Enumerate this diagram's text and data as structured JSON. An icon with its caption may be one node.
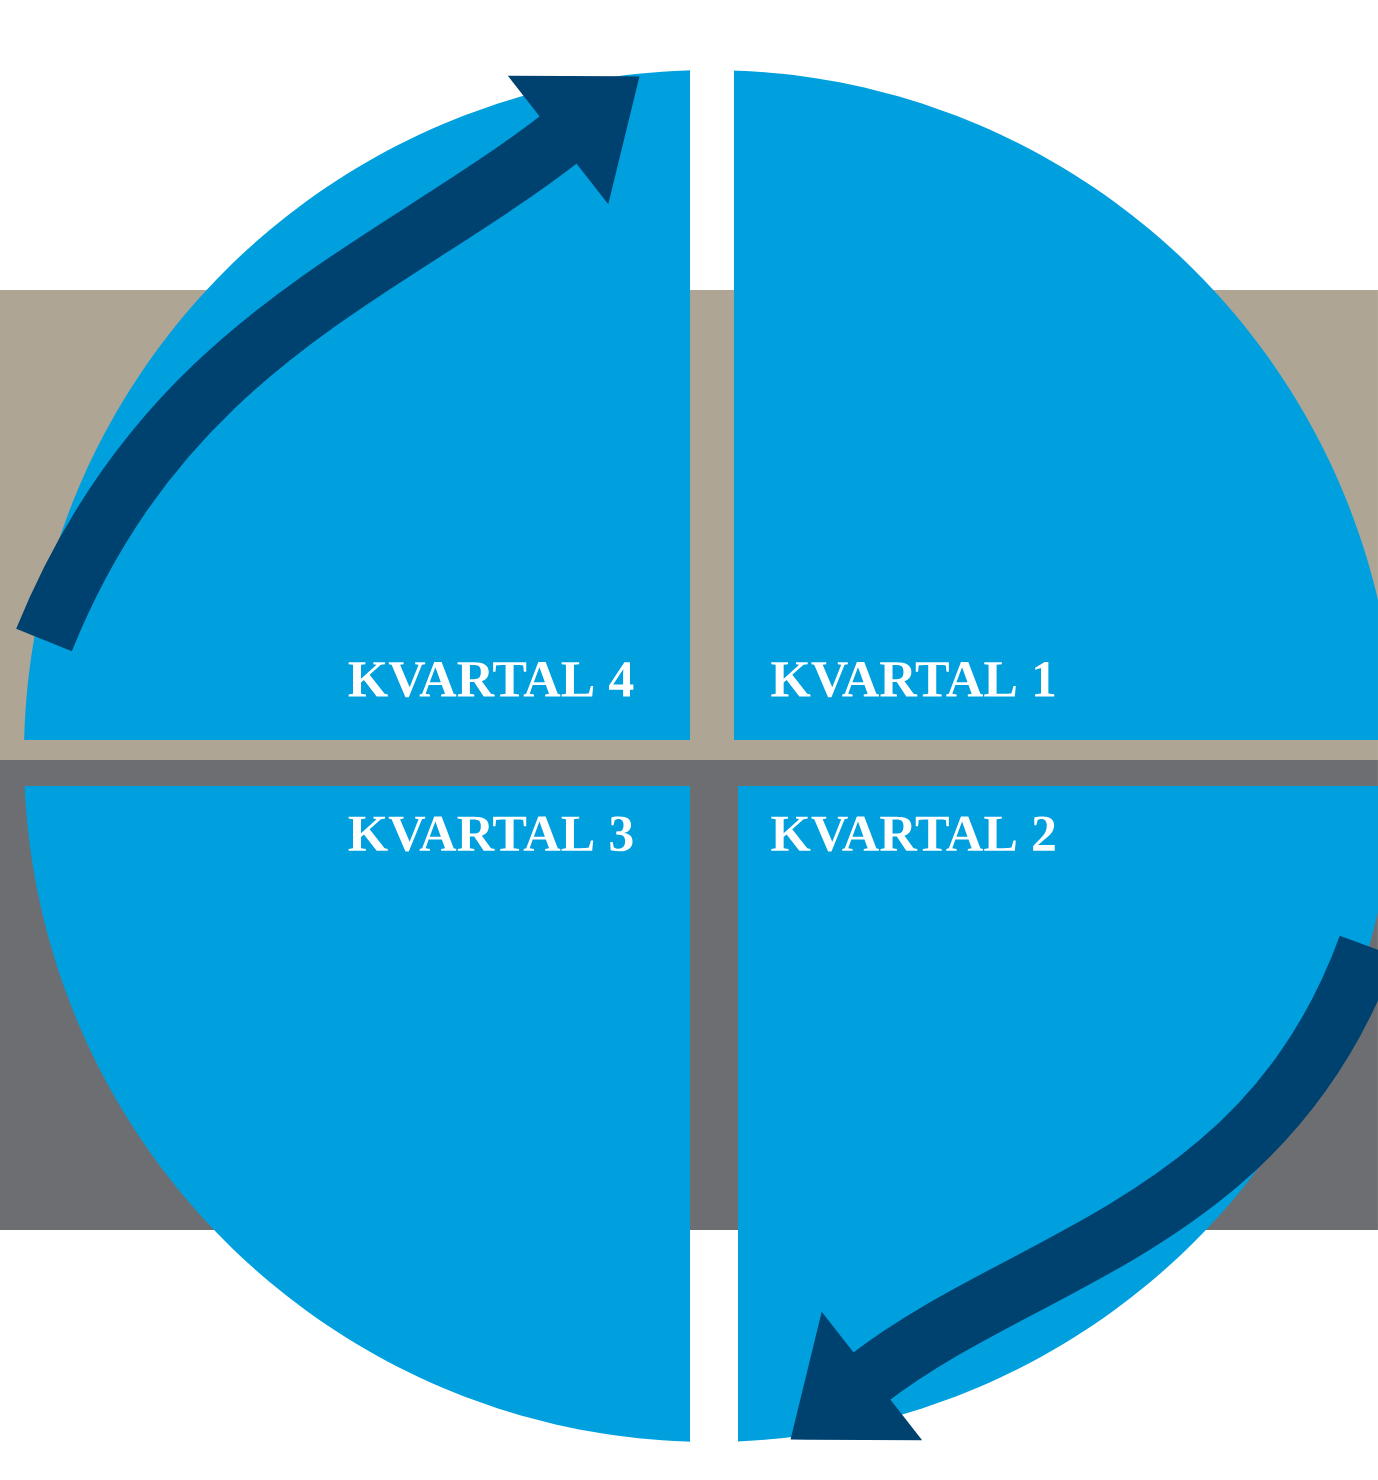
{
  "diagram": {
    "nodes": [
      {
        "text": [
          "KVARTAL 4"
        ]
      },
      {
        "text": [
          "KVARTAL 1"
        ]
      },
      {
        "text": [
          "KVARTAL 3"
        ]
      },
      {
        "text": [
          "KVARTAL 2"
        ]
      }
    ]
  }
}
